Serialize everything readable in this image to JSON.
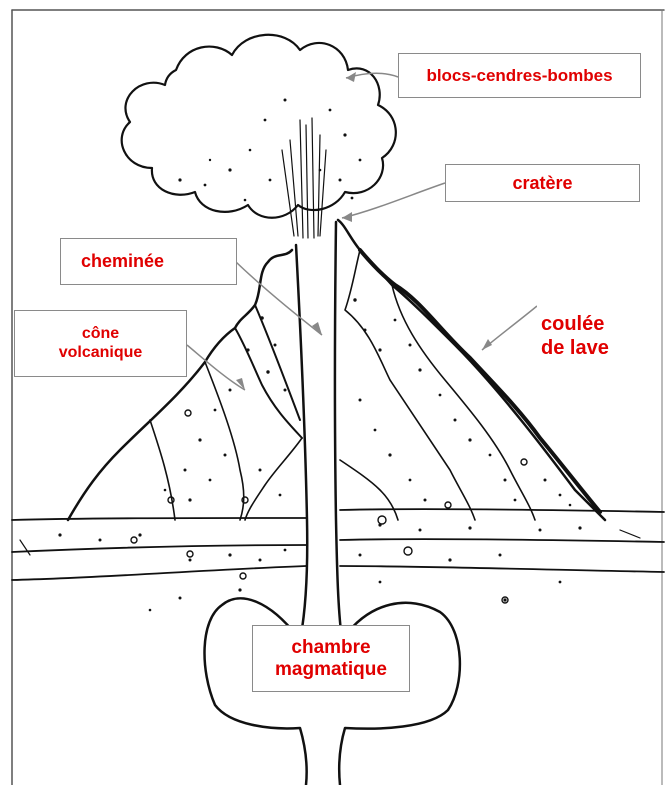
{
  "diagram": {
    "accent_color": "#e00000",
    "labels": {
      "blocs": "blocs-cendres-bombes",
      "cratere": "cratère",
      "cheminee": "cheminée",
      "coulee": "coulée\nde lave",
      "cone": "cône\nvolcanique",
      "chambre": "chambre\nmagmatique"
    }
  }
}
